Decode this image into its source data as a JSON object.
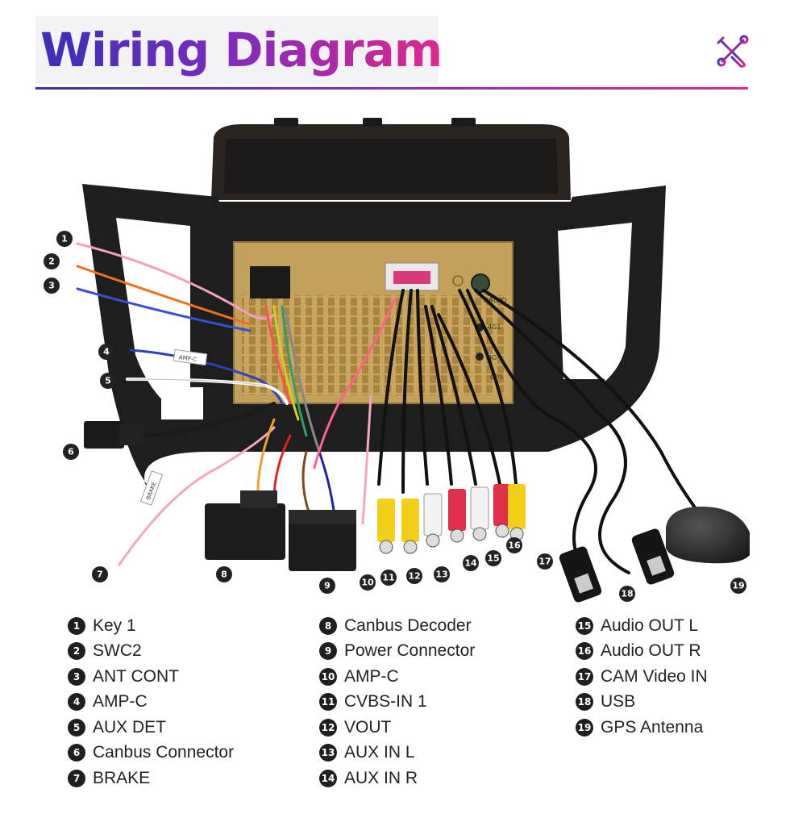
{
  "title": "Wiring Diagram",
  "colors": {
    "accent_start": "#3a2fb8",
    "accent_mid": "#8a2cc0",
    "accent_end": "#e2288c"
  },
  "header_icon": "tools-icon",
  "diagram_markers": [
    "1",
    "2",
    "3",
    "4",
    "5",
    "6",
    "7",
    "8",
    "9",
    "10",
    "11",
    "12",
    "13",
    "14",
    "15",
    "16",
    "17",
    "18",
    "19"
  ],
  "wire_tags": {
    "amp_c": "AMP-C",
    "brake": "BRAKE"
  },
  "unit_labels": {
    "radio": "RADIO",
    "fourg_1": "4G1",
    "fourg_2": "4G",
    "gps": "GPS"
  },
  "legend": {
    "col1": [
      {
        "num": "1",
        "label": "Key 1"
      },
      {
        "num": "2",
        "label": "SWC2"
      },
      {
        "num": "3",
        "label": "ANT CONT"
      },
      {
        "num": "4",
        "label": "AMP-C"
      },
      {
        "num": "5",
        "label": "AUX DET"
      },
      {
        "num": "6",
        "label": "Canbus Connector"
      },
      {
        "num": "7",
        "label": "BRAKE"
      }
    ],
    "col2": [
      {
        "num": "8",
        "label": "Canbus Decoder"
      },
      {
        "num": "9",
        "label": "Power Connector"
      },
      {
        "num": "10",
        "label": "AMP-C"
      },
      {
        "num": "11",
        "label": "CVBS-IN 1"
      },
      {
        "num": "12",
        "label": "VOUT"
      },
      {
        "num": "13",
        "label": "AUX IN L"
      },
      {
        "num": "14",
        "label": "AUX IN R"
      }
    ],
    "col3": [
      {
        "num": "15",
        "label": "Audio OUT L"
      },
      {
        "num": "16",
        "label": "Audio OUT R"
      },
      {
        "num": "17",
        "label": "CAM Video IN"
      },
      {
        "num": "18",
        "label": "USB"
      },
      {
        "num": "19",
        "label": "GPS Antenna"
      }
    ]
  }
}
